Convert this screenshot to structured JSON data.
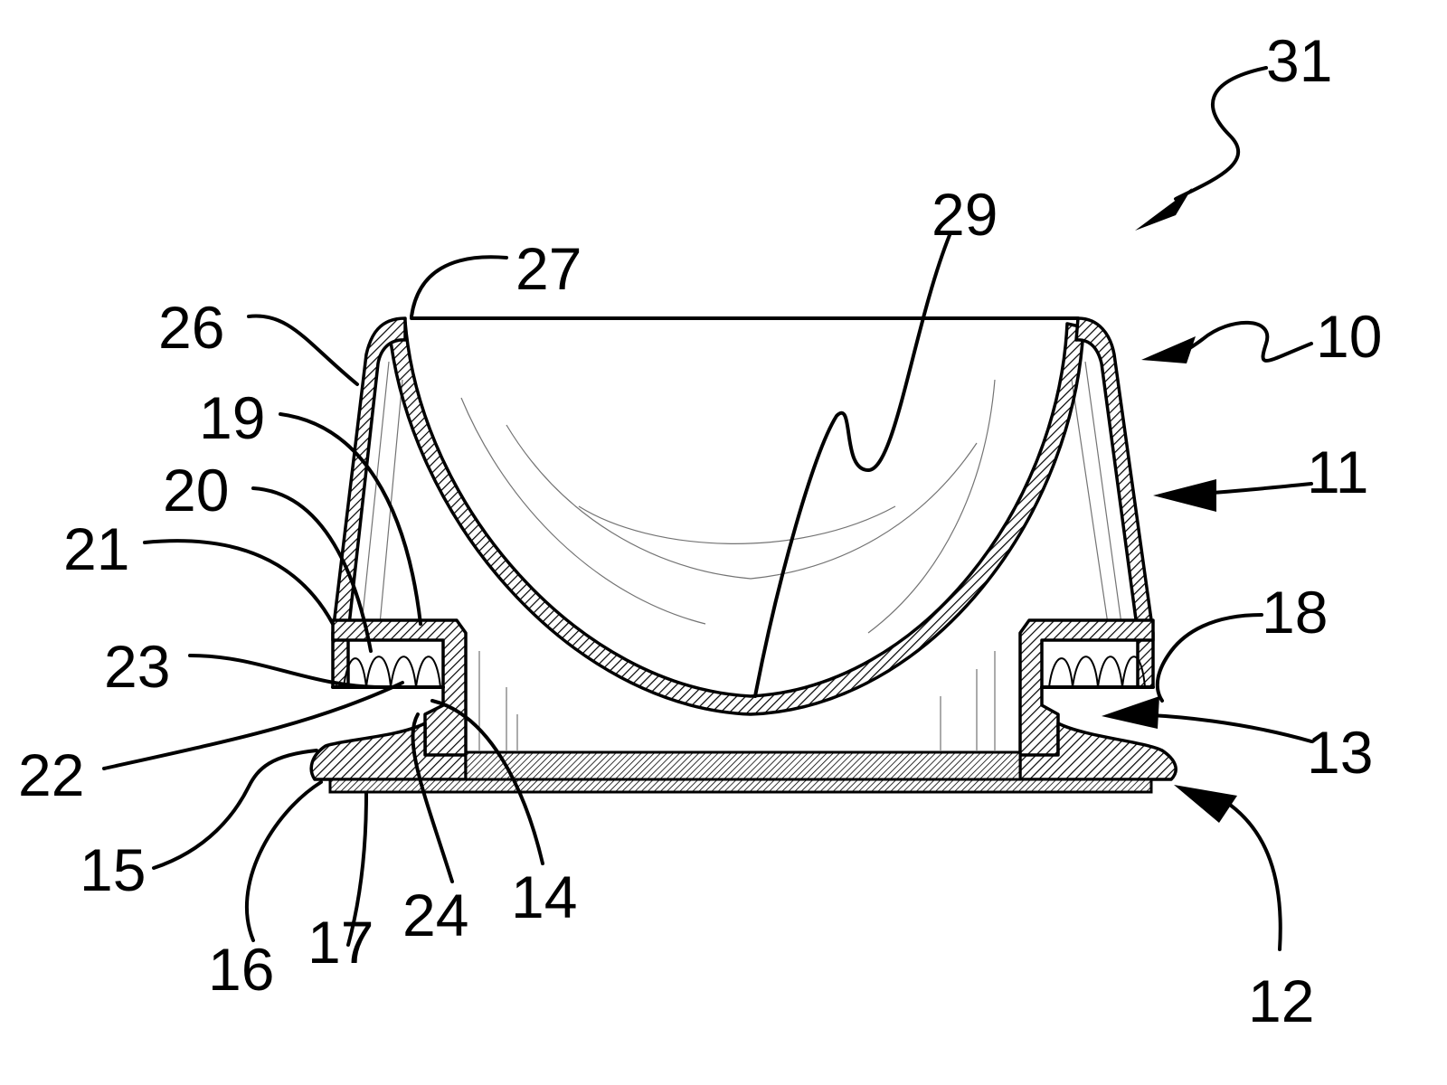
{
  "labels": {
    "l31": "31",
    "l29": "29",
    "l27": "27",
    "l26": "26",
    "l10": "10",
    "l19": "19",
    "l20": "20",
    "l21": "21",
    "l11": "11",
    "l23": "23",
    "l18": "18",
    "l22": "22",
    "l13": "13",
    "l15": "15",
    "l14": "14",
    "l24": "24",
    "l16": "16",
    "l17": "17",
    "l12": "12"
  }
}
